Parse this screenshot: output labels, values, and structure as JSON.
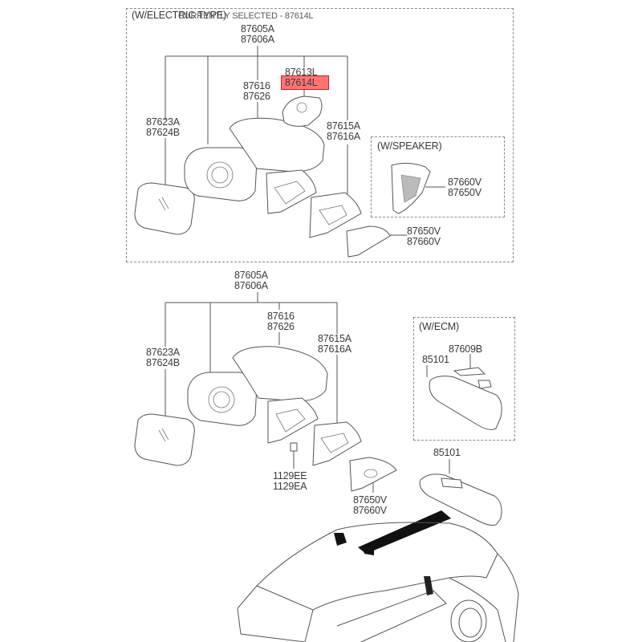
{
  "diagram": {
    "title": "Outside & Inside Rear View Mirror Parts",
    "selection_caption": "CURRENTLY SELECTED - 87614L",
    "highlight_color": "#ff4d4d",
    "upper_group": {
      "label": "(W/ELECTRIC TYPE)",
      "assembly": [
        "87605A",
        "87606A"
      ],
      "glass": [
        "87623A",
        "87624B"
      ],
      "cover": [
        "87616",
        "87626"
      ],
      "lamp": [
        "87613L",
        "87614L"
      ],
      "highlighted_part": "87614L",
      "housing": [
        "87615A",
        "87616A"
      ],
      "garnish": [
        "87650V",
        "87660V"
      ],
      "speaker_box": {
        "label": "(W/SPEAKER)",
        "part": [
          "87660V",
          "87650V"
        ]
      }
    },
    "lower_group": {
      "assembly": [
        "87605A",
        "87606A"
      ],
      "glass": [
        "87623A",
        "87624B"
      ],
      "cover": [
        "87616",
        "87626"
      ],
      "housing": [
        "87615A",
        "87616A"
      ],
      "screw": [
        "1129EE",
        "1129EA"
      ],
      "garnish": [
        "87650V",
        "87660V"
      ],
      "ecm_box": {
        "label": "(W/ECM)",
        "mirror": "85101",
        "bracket": "87609B"
      },
      "inside_mirror": "85101"
    }
  }
}
